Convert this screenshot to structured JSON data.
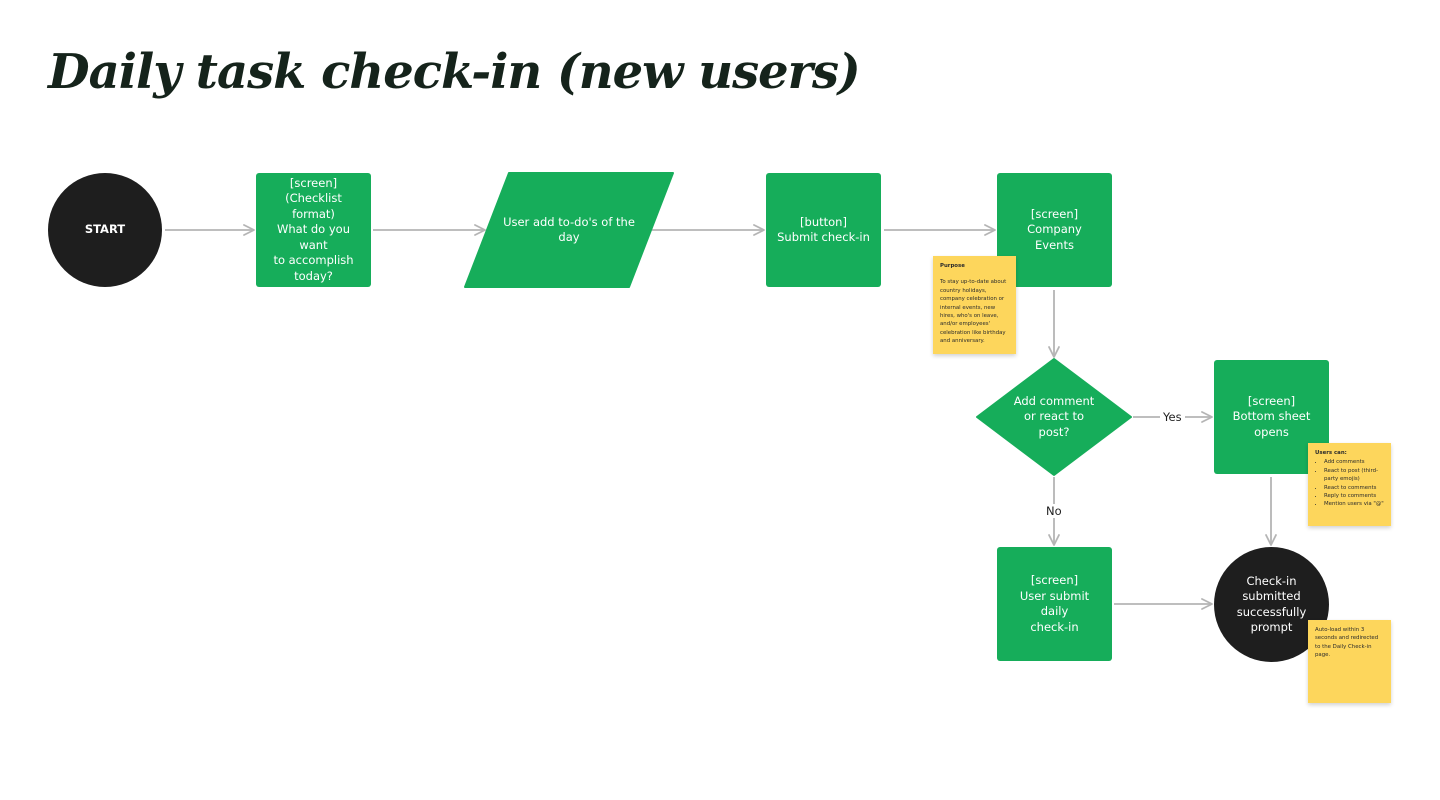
{
  "title": "Daily task check-in (new users)",
  "nodes": {
    "start": "START",
    "checklist_screen": "[screen]\n(Checklist format)\nWhat do you want\nto accomplish\ntoday?",
    "add_todos": "User add to-do's of the\nday",
    "submit_button": "[button]\nSubmit check-in",
    "company_events": "[screen]\nCompany Events",
    "decision": "Add comment\nor react to\npost?",
    "bottom_sheet": "[screen]\nBottom sheet\nopens",
    "submit_daily": "[screen]\nUser submit daily\ncheck-in",
    "success_prompt": "Check-in\nsubmitted\nsuccessfully\nprompt"
  },
  "edge_labels": {
    "yes": "Yes",
    "no": "No"
  },
  "notes": {
    "purpose": {
      "title": "Purpose",
      "body": "To stay up-to-date about country holidays, company celebration or internal events, new hires, who's on leave, and/or employees' celebration like birthday and anniversary."
    },
    "users_can": {
      "title": "Users can:",
      "items": [
        "Add comments",
        "React to post (third-party emojis)",
        "React to comments",
        "Reply to comments",
        "Mention users via \"@\""
      ]
    },
    "autoload": {
      "body": "Auto-load within 3 seconds and redirected to the Daily Check-in page."
    }
  },
  "colors": {
    "process_green": "#16ad5a",
    "terminal_dark": "#1e1e1e",
    "connector_gray": "#b5b5b5",
    "sticky_yellow": "#fdd65c"
  }
}
